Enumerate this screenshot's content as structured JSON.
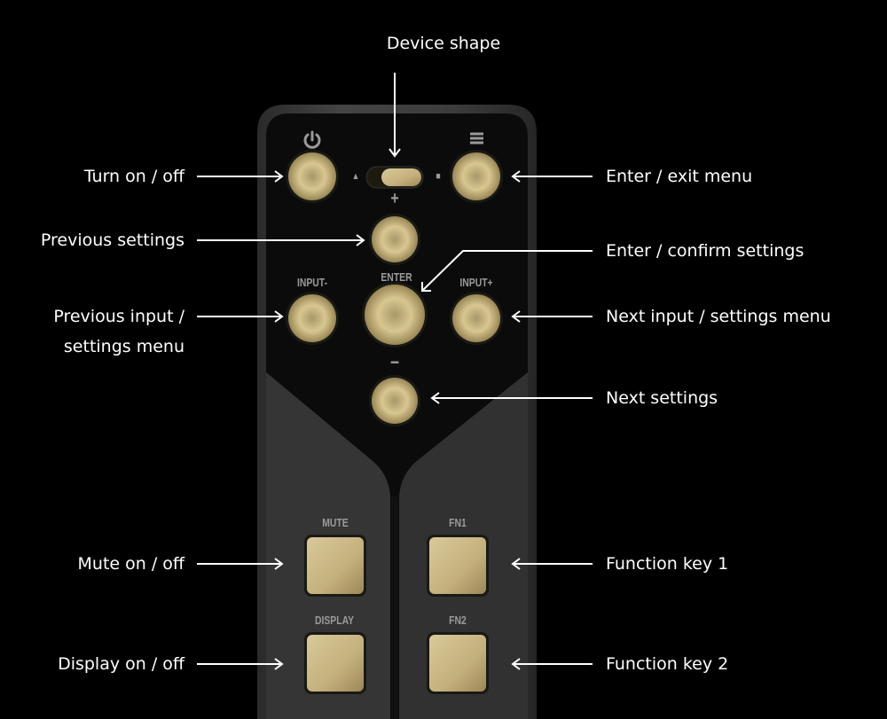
{
  "callouts": {
    "device_shape": "Device shape",
    "turn_on_off": "Turn on / off",
    "previous_settings": "Previous settings",
    "previous_input_line1": "Previous input /",
    "previous_input_line2": "settings menu",
    "mute": "Mute on / off",
    "display": "Display on / off",
    "enter_exit_menu": "Enter / exit menu",
    "enter_confirm": "Enter / confirm settings",
    "next_input": "Next input / settings menu",
    "next_settings": "Next settings",
    "function_key_1": "Function key 1",
    "function_key_2": "Function key 2"
  },
  "remote_labels": {
    "plus": "+",
    "minus": "−",
    "input_minus": "INPUT-",
    "enter": "ENTER",
    "input_plus": "INPUT+",
    "mute": "MUTE",
    "fn1": "FN1",
    "display": "DISPLAY",
    "fn2": "FN2",
    "shape_triangle": "▲",
    "shape_square": "■"
  },
  "colors": {
    "gold": "#c9b27a",
    "body": "#3b3b3b",
    "face": "#0b0b0b"
  }
}
